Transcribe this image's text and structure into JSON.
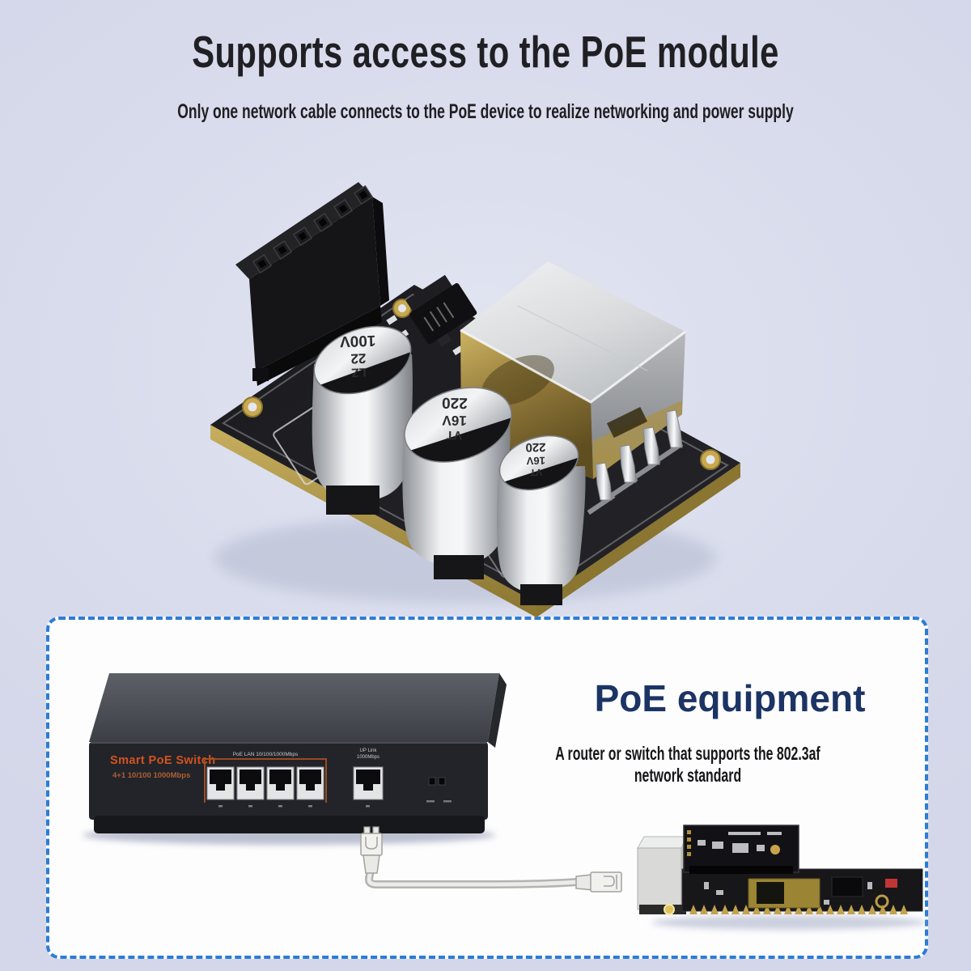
{
  "colors": {
    "background": "#d8dcec",
    "box_background": "#fdfdfe",
    "box_border": "#2d7cd4",
    "title_text": "#202024",
    "equipment_title_text": "#1b3464",
    "switch_brand_orange": "#d4531d",
    "pcb_gold_edge": "#b59a4a"
  },
  "header": {
    "title": "Supports access to the PoE module",
    "subtitle": "Only one network cable connects to the PoE device to realize networking and power supply"
  },
  "module_photo": {
    "cap_large": {
      "line1": "LZ",
      "line2": "22",
      "line3": "100V"
    },
    "cap_mid": {
      "line1": "220",
      "line2": "16V",
      "line3": "VT"
    },
    "cap_small": {
      "line1": "220",
      "line2": "16V",
      "line3": "VT"
    }
  },
  "equipment": {
    "title": "PoE equipment",
    "subtitle": "A router or switch that supports the 802.3af network standard",
    "switch": {
      "brand": "Smart PoE Switch",
      "spec": "4+1 10/100 1000Mbps",
      "poe_ports_label": "PoE LAN  10/100/1000Mbps",
      "uplink_line1": "UP Link",
      "uplink_line2": "1000Mbps"
    }
  }
}
